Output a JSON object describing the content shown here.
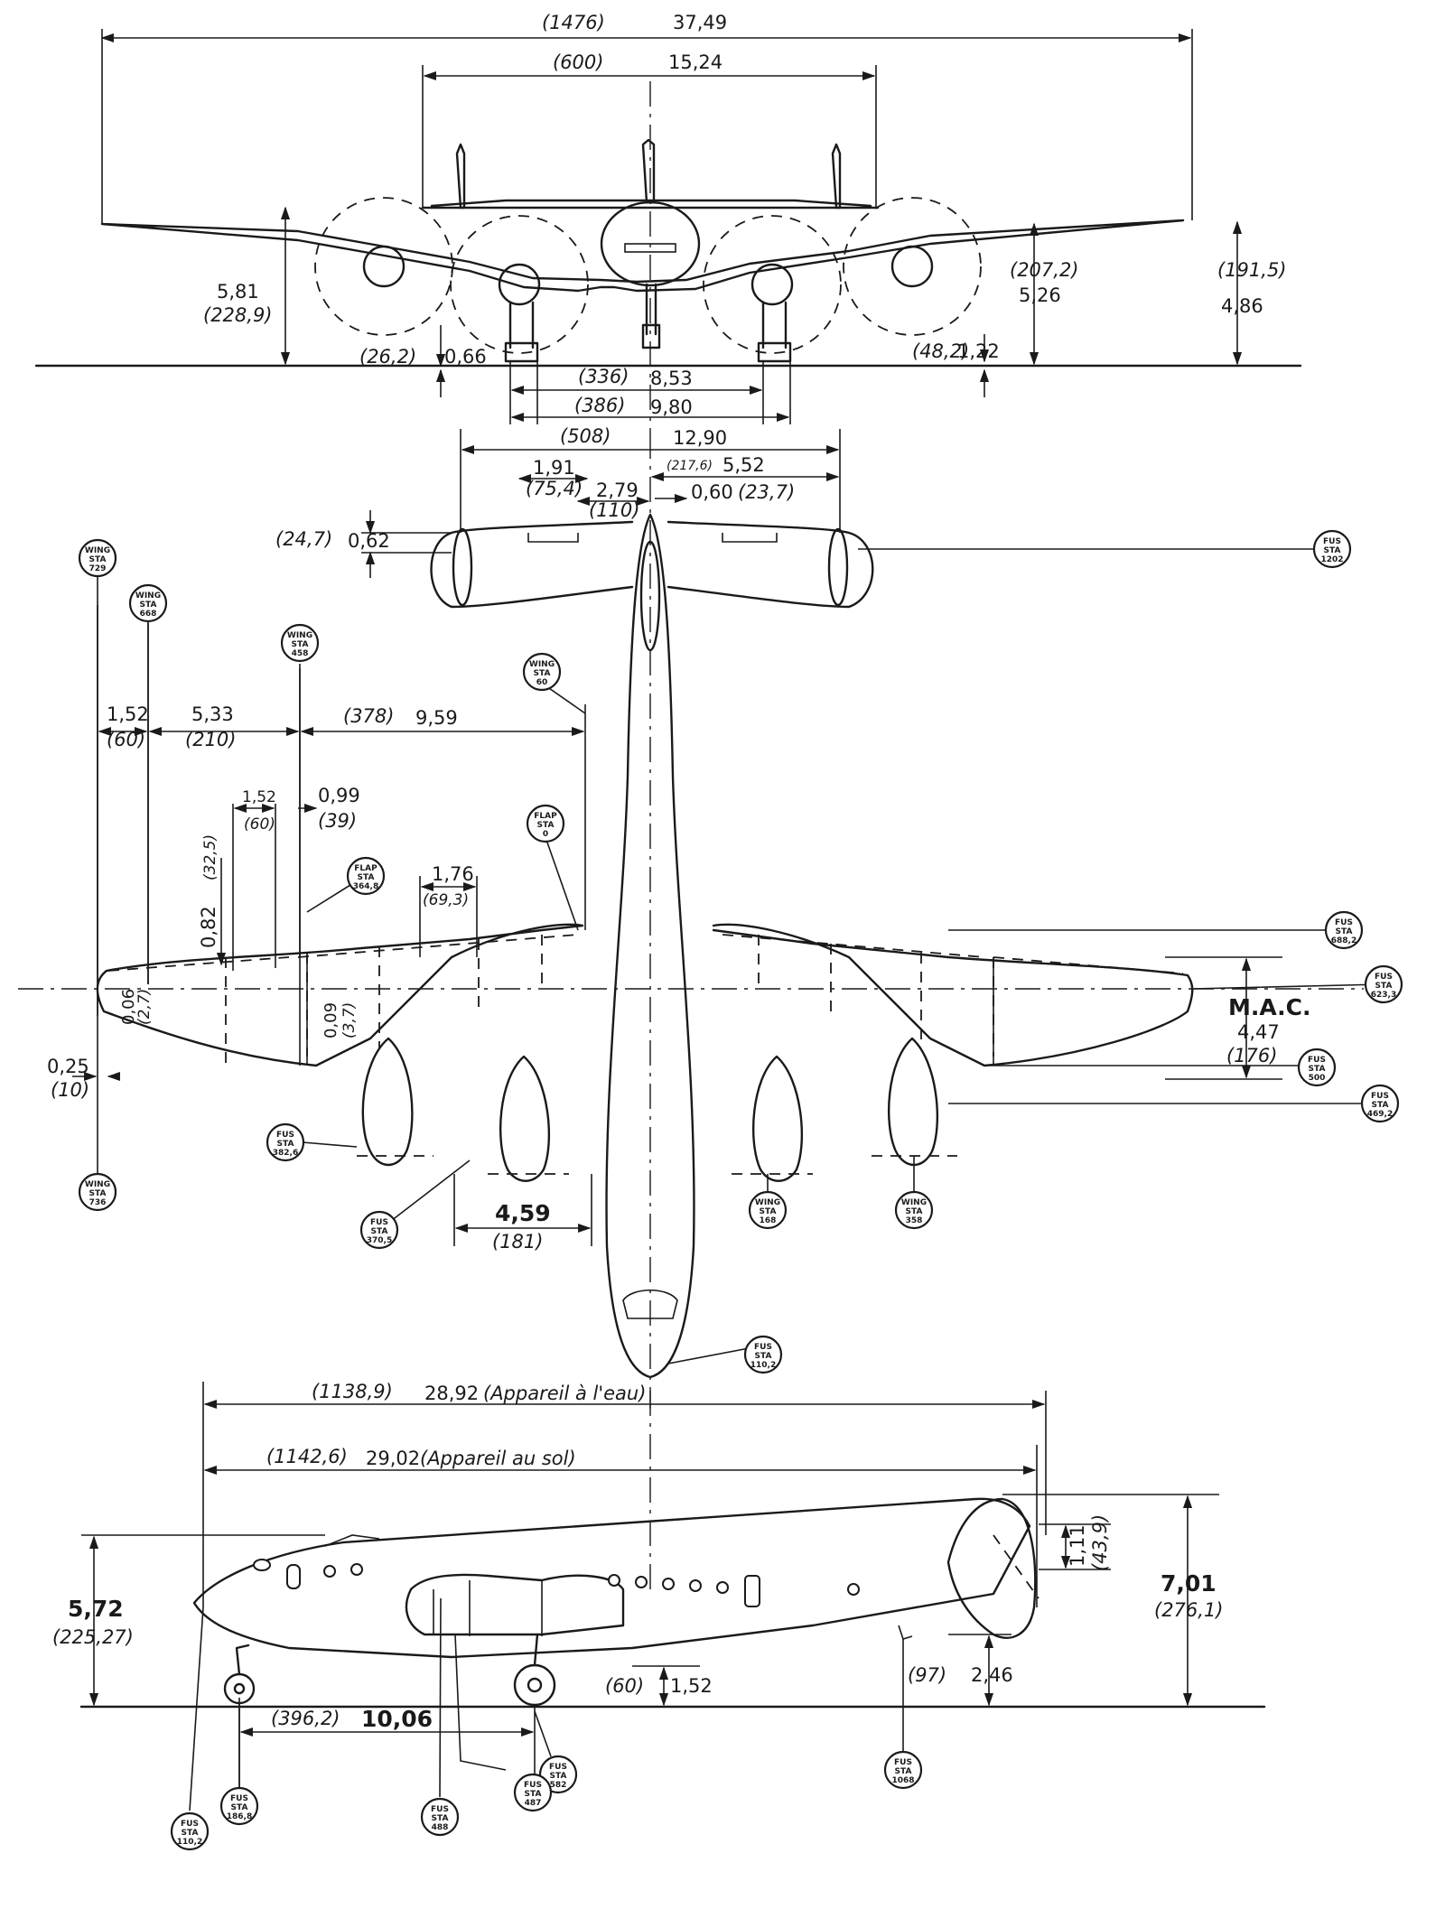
{
  "front_view": {
    "span": {
      "imp": "(1476)",
      "met": "37,49"
    },
    "tail_span": {
      "imp": "(600)",
      "met": "15,24"
    },
    "height_prop_outer": {
      "met": "5,81",
      "imp": "(228,9)"
    },
    "height_tail": {
      "imp": "(207,2)",
      "met": "5,26"
    },
    "height_wingtip": {
      "imp": "(191,5)",
      "met": "4,86"
    },
    "prop_clearance": {
      "imp": "(26,2)",
      "met": "0,66"
    },
    "wing_clearance": {
      "imp": "(48,2)",
      "met": "1,22"
    },
    "track_inner": {
      "imp": "(336)",
      "met": "8,53"
    },
    "track_outer": {
      "imp": "(386)",
      "met": "9,80"
    }
  },
  "top_view": {
    "tailplane_span": {
      "imp": "(508)",
      "met": "12,90"
    },
    "elev_tab": {
      "met": "1,91",
      "imp": "(75,4)"
    },
    "tail_root": {
      "met": "2,79",
      "imp": "(110)"
    },
    "tail_half": {
      "imp": "(217,6)",
      "met": "5,52"
    },
    "tail_offset": {
      "met": "0,60",
      "imp": "(23,7)"
    },
    "tail_thick": {
      "imp": "(24,7)",
      "met": "0,62"
    },
    "wing_tip": {
      "met": "1,52",
      "imp": "(60)"
    },
    "aileron_span": {
      "met": "5,33",
      "imp": "(210)"
    },
    "flap_span": {
      "imp": "(378)",
      "met": "9,59"
    },
    "tab_span": {
      "met": "1,52",
      "imp": "(60)"
    },
    "tab_offset": {
      "met": "0,99",
      "imp": "(39)"
    },
    "tab_chord": {
      "met": "0,82",
      "imp": "(32,5)"
    },
    "flap_seg": {
      "met": "1,76",
      "imp": "(69,3)"
    },
    "tip_chord": {
      "met": "0,06",
      "imp": "(2,7)"
    },
    "ail_chord": {
      "met": "0,09",
      "imp": "(3,7)"
    },
    "tip_off": {
      "met": "0,25",
      "imp": "(10)"
    },
    "mac": {
      "label": "M.A.C.",
      "met": "4,47",
      "imp": "(176)"
    },
    "nacelle_spacing": {
      "met": "4,59",
      "imp": "(181)"
    }
  },
  "side_view": {
    "length_water": {
      "imp": "(1138,9)",
      "met": "28,92",
      "note": "(Appareil à l'eau)"
    },
    "length_ground": {
      "imp": "(1142,6)",
      "met": "29,02",
      "note": "(Appareil au sol)"
    },
    "height_total": {
      "met": "7,01",
      "imp": "(276,1)"
    },
    "height_nose": {
      "met": "5,72",
      "imp": "(225,27)"
    },
    "rudder_tab": {
      "met": "1,11",
      "imp": "(43,9)"
    },
    "wheelbase": {
      "imp": "(396,2)",
      "met": "10,06"
    },
    "gear_height": {
      "imp": "(60)",
      "met": "1,52"
    },
    "tail_height": {
      "imp": "(97)",
      "met": "2,46"
    }
  },
  "stations": [
    {
      "l1": "WING",
      "l2": "STA",
      "l3": "729"
    },
    {
      "l1": "WING",
      "l2": "STA",
      "l3": "668"
    },
    {
      "l1": "WING",
      "l2": "STA",
      "l3": "458"
    },
    {
      "l1": "WING",
      "l2": "STA",
      "l3": "60"
    },
    {
      "l1": "FLAP",
      "l2": "STA",
      "l3": "0"
    },
    {
      "l1": "FLAP",
      "l2": "STA",
      "l3": "364,8"
    },
    {
      "l1": "FUS",
      "l2": "STA",
      "l3": "1202"
    },
    {
      "l1": "FUS",
      "l2": "STA",
      "l3": "688,2"
    },
    {
      "l1": "FUS",
      "l2": "STA",
      "l3": "623,3"
    },
    {
      "l1": "FUS",
      "l2": "STA",
      "l3": "500"
    },
    {
      "l1": "FUS",
      "l2": "STA",
      "l3": "469,2"
    },
    {
      "l1": "FUS",
      "l2": "STA",
      "l3": "382,6"
    },
    {
      "l1": "FUS",
      "l2": "STA",
      "l3": "370,5"
    },
    {
      "l1": "WING",
      "l2": "STA",
      "l3": "736"
    },
    {
      "l1": "WING",
      "l2": "STA",
      "l3": "168"
    },
    {
      "l1": "WING",
      "l2": "STA",
      "l3": "358"
    },
    {
      "l1": "FUS",
      "l2": "STA",
      "l3": "110,2"
    },
    {
      "l1": "FUS",
      "l2": "STA",
      "l3": "582"
    },
    {
      "l1": "FUS",
      "l2": "STA",
      "l3": "487"
    },
    {
      "l1": "FUS",
      "l2": "STA",
      "l3": "1068"
    },
    {
      "l1": "FUS",
      "l2": "STA",
      "l3": "186,8"
    },
    {
      "l1": "FUS",
      "l2": "STA",
      "l3": "110,2"
    },
    {
      "l1": "FUS",
      "l2": "STA",
      "l3": "488"
    }
  ]
}
